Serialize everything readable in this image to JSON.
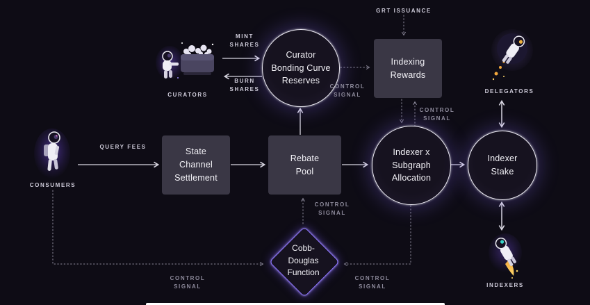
{
  "colors": {
    "background": "#0e0c15",
    "node_fill": "#3a3745",
    "circle_border": "#efedf6",
    "diamond_border": "#8d76ff",
    "solid_line": "#d9d7e2",
    "dotted_line": "#8d8a9b",
    "bright_label": "#cfccda",
    "dim_label": "#8e8b9c",
    "flame_accent": "#f3a83c"
  },
  "actors": {
    "consumers": {
      "label": "CONSUMERS"
    },
    "curators": {
      "label": "CURATORS"
    },
    "delegators": {
      "label": "DELEGATORS"
    },
    "indexers": {
      "label": "INDEXERS"
    }
  },
  "nodes": {
    "curator_bonding_curve": {
      "label": "Curator\nBonding Curve\nReserves",
      "shape": "circle"
    },
    "indexing_rewards": {
      "label": "Indexing\nRewards",
      "shape": "rect"
    },
    "state_channel_settlement": {
      "label": "State\nChannel\nSettlement",
      "shape": "rect"
    },
    "rebate_pool": {
      "label": "Rebate\nPool",
      "shape": "rect"
    },
    "indexer_subgraph_allocation": {
      "label": "Indexer x\nSubgraph\nAllocation",
      "shape": "circle"
    },
    "indexer_stake": {
      "label": "Indexer\nStake",
      "shape": "circle"
    },
    "cobb_douglas": {
      "label": "Cobb-\nDouglas\nFunction",
      "shape": "diamond"
    }
  },
  "edge_labels": {
    "grt_issuance": "GRT ISSUANCE",
    "query_fees": "QUERY FEES",
    "mint_shares": "MINT\nSHARES",
    "burn_shares": "BURN\nSHARES",
    "control_signal": "CONTROL\nSIGNAL"
  }
}
